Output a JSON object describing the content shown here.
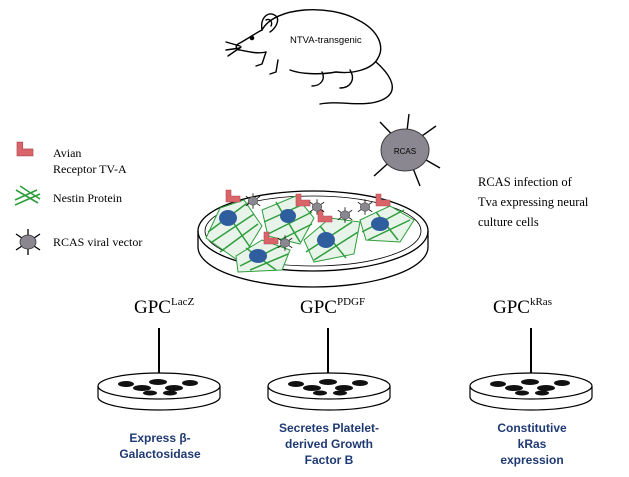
{
  "mouse": {
    "label": "NTVA-transgenic",
    "icon": "mouse-icon"
  },
  "legend": [
    {
      "id": "receptor",
      "icon": "avian-receptor-icon",
      "lines": [
        "Avian",
        "Receptor TV-A"
      ]
    },
    {
      "id": "nestin",
      "icon": "nestin-protein-icon",
      "lines": [
        "Nestin Protein"
      ]
    },
    {
      "id": "rcas",
      "icon": "rcas-virus-icon",
      "lines": [
        "RCAS viral vector"
      ]
    }
  ],
  "virus_label": "RCAS",
  "infection_text": [
    "RCAS infection of",
    "Tva expressing neural",
    "culture cells"
  ],
  "gpc": [
    {
      "base": "GPC",
      "sup": "LacZ",
      "outcome": [
        "Express β-",
        "Galactosidase"
      ]
    },
    {
      "base": "GPC",
      "sup": "PDGF",
      "outcome": [
        "Secretes Platelet-",
        "derived Growth",
        "Factor B"
      ]
    },
    {
      "base": "GPC",
      "sup": "kRas",
      "outcome": [
        "Constitutive",
        "kRas",
        "expression"
      ]
    }
  ],
  "colors": {
    "receptor": "#d9656a",
    "nestin": "#2e9e3c",
    "nucleus": "#2f5e9e",
    "virus": "#8a8790",
    "outcome_text": "#1f3a73",
    "ink": "#000000"
  }
}
